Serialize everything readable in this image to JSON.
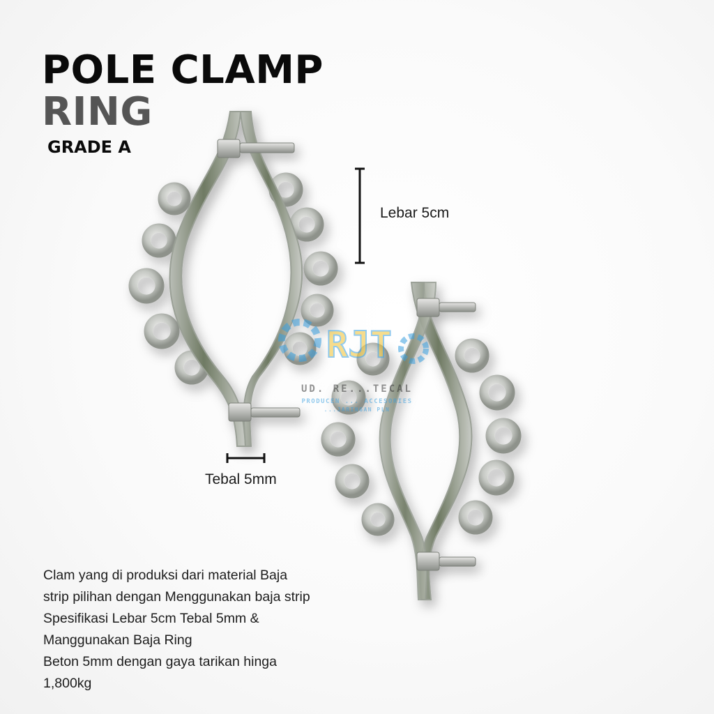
{
  "title": {
    "line1": "POLE CLAMP",
    "line2": "RING",
    "grade": "GRADE A"
  },
  "dimensions": {
    "width_label": "Lebar 5cm",
    "thickness_label": "Tebal 5mm"
  },
  "description": {
    "lines": [
      "Clam yang di produksi dari material Baja",
      "strip pilihan dengan Menggunakan baja strip",
      "Spesifikasi Lebar 5cm Tebal 5mm &",
      "Manggunakan Baja Ring",
      "Beton 5mm dengan gaya tarikan hinga",
      "1,800kg"
    ]
  },
  "watermark": {
    "logo_text": "RJT",
    "company": "UD. RE...TECAL",
    "tagline1": "PRODUCEN ... ACCESORIES",
    "tagline2": "...JARINGAN PLN"
  },
  "colors": {
    "title_primary": "#0a0a0a",
    "title_secondary": "#555555",
    "metal": "#c9ccc8",
    "metal_dark": "#7f857c",
    "watermark_blue": "#3aa0e0",
    "watermark_yellow": "#f2c230"
  }
}
